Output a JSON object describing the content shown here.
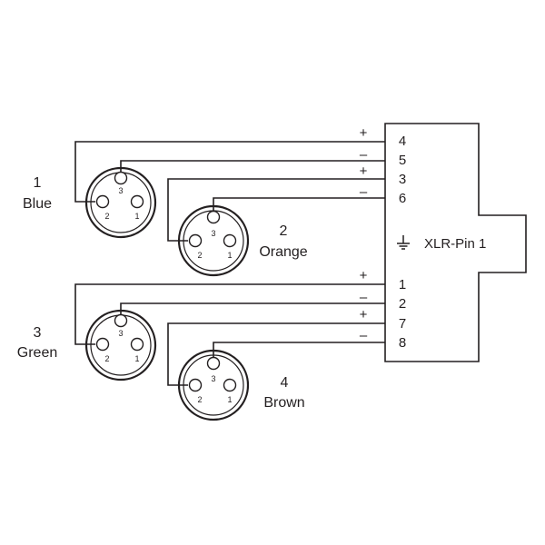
{
  "connectors": [
    {
      "number": "1",
      "color": "Blue",
      "pins": [
        "3",
        "2",
        "1"
      ]
    },
    {
      "number": "2",
      "color": "Orange",
      "pins": [
        "3",
        "2",
        "1"
      ]
    },
    {
      "number": "3",
      "color": "Green",
      "pins": [
        "3",
        "2",
        "1"
      ]
    },
    {
      "number": "4",
      "color": "Brown",
      "pins": [
        "3",
        "2",
        "1"
      ]
    }
  ],
  "block": {
    "pins": [
      "4",
      "5",
      "3",
      "6",
      "1",
      "2",
      "7",
      "8"
    ],
    "ground_label": "XLR-Pin 1",
    "ground_icon": "ground-icon"
  },
  "signs": [
    "+",
    "–",
    "+",
    "–",
    "+",
    "–",
    "+",
    "–"
  ]
}
